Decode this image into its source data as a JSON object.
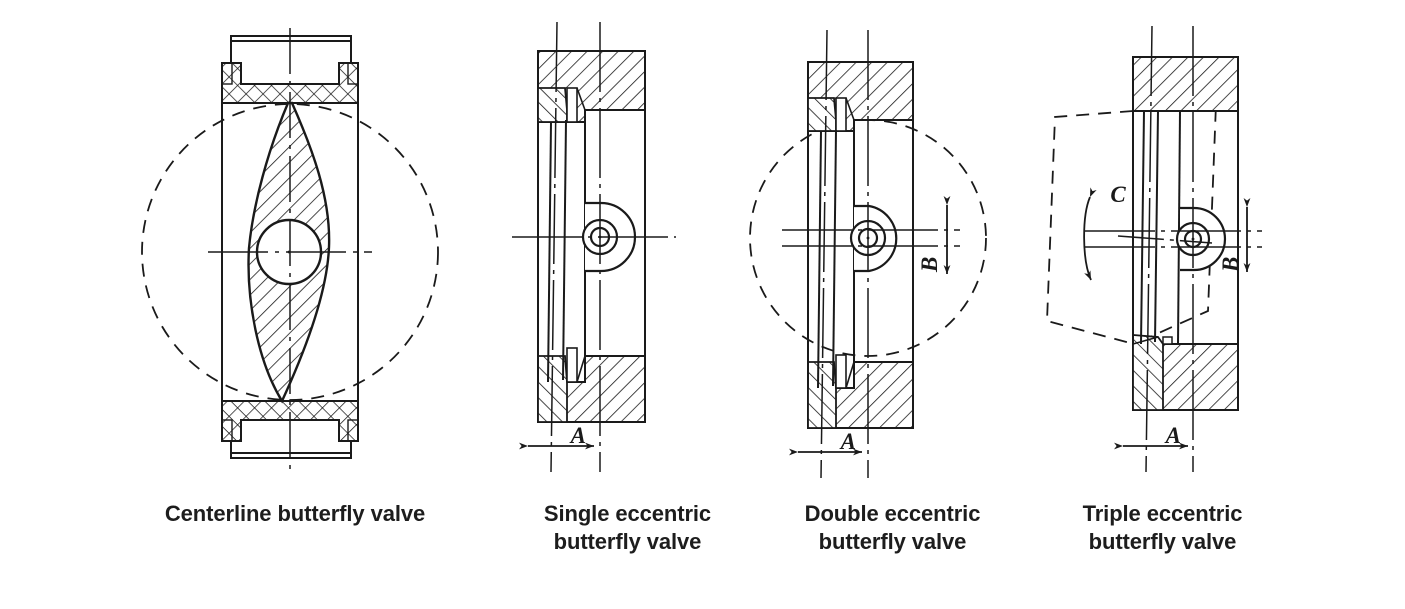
{
  "figure": {
    "title": "Butterfly valve seat/disc eccentricity comparison",
    "type": "engineering-cross-section-diagram",
    "background_color": "#ffffff",
    "line_color": "#1a1a1a",
    "panel_count": 4
  },
  "panels": [
    {
      "id": "centerline",
      "caption_lines": [
        "Centerline butterfly valve"
      ],
      "eccentricity_count": 0,
      "dimension_labels": [],
      "features": [
        "rubber-lined body",
        "lens-shaped disc on shaft centerline",
        "shaft axis coincides with disc centerline and body centerline",
        "dashed circle shows disc swept envelope"
      ]
    },
    {
      "id": "single-eccentric",
      "caption_lines": [
        "Single eccentric",
        "butterfly valve"
      ],
      "eccentricity_count": 1,
      "dimension_labels": [
        "A"
      ],
      "features": [
        "shaft offset behind disc sealing plane by dimension A",
        "metal seat",
        "hatched body flanges top and bottom"
      ]
    },
    {
      "id": "double-eccentric",
      "caption_lines": [
        "Double eccentric",
        "butterfly valve"
      ],
      "eccentricity_count": 2,
      "dimension_labels": [
        "A",
        "B"
      ],
      "features": [
        "shaft offset behind disc sealing plane by dimension A",
        "shaft offset from the pipe centerline by dimension B",
        "dashed circle shows disc seat swept envelope"
      ]
    },
    {
      "id": "triple-eccentric",
      "caption_lines": [
        "Triple eccentric",
        "butterfly valve"
      ],
      "eccentricity_count": 3,
      "dimension_labels": [
        "A",
        "B",
        "C"
      ],
      "features": [
        "shaft offset behind disc sealing plane by dimension A",
        "shaft offset from the pipe centerline by dimension B",
        "seat cone axis inclined by angle C",
        "dashed inclined quadrilateral shows the conical seat axis"
      ]
    }
  ],
  "dimension_label_text": {
    "A": "A",
    "B": "B",
    "C": "C"
  }
}
